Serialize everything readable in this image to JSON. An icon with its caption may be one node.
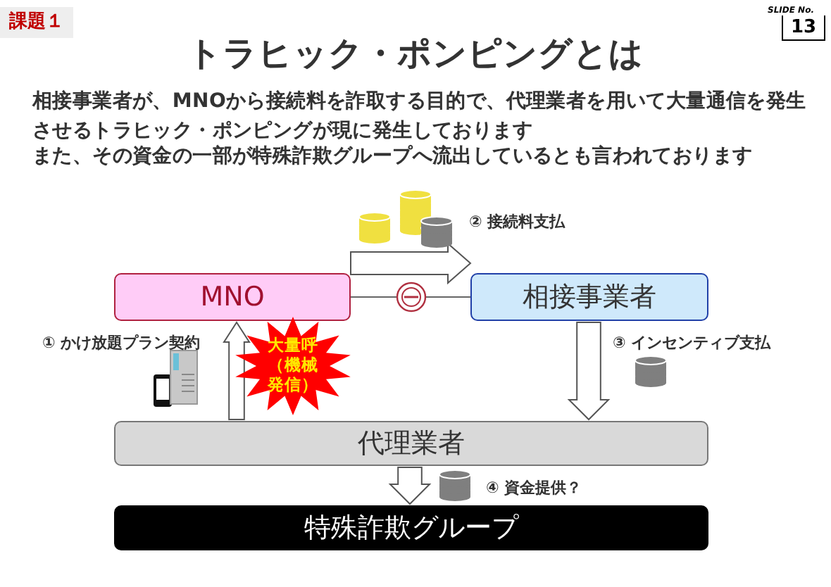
{
  "diagram": {
    "title": "トラヒック・ポンピングとは",
    "nodes": [
      {
        "text": [
          "MNO"
        ]
      },
      {
        "text": [
          "相接事業者"
        ]
      },
      {
        "text": [
          "代理業者"
        ]
      },
      {
        "text": [
          "特殊詐欺グループ"
        ]
      },
      {
        "text": [
          "大量呼（機械発信）"
        ]
      }
    ],
    "edges": [
      {
        "from": 0,
        "to": 1,
        "arrow": "none"
      },
      {
        "from": 1,
        "to": 2,
        "arrow": "to"
      },
      {
        "from": 2,
        "to": 0,
        "arrow": "to"
      },
      {
        "from": 2,
        "to": 3,
        "arrow": "to"
      },
      {
        "from": 0,
        "to": 1,
        "arrow": "to",
        "label": "② 接続料支払"
      }
    ],
    "labels": [
      "課題１",
      "SLIDE No.",
      "13",
      "相接事業者が、MNOから接続料を詐取する目的で、代理業者を用いて大量通信を発生させるトラヒック・ポンピングが現に発生しております",
      "また、その資金の一部が特殊詐欺グループへ流出しているとも言われております",
      "③ インセンティブ支払",
      "① かけ放題プラン契約",
      "④ 資金提供？"
    ]
  }
}
